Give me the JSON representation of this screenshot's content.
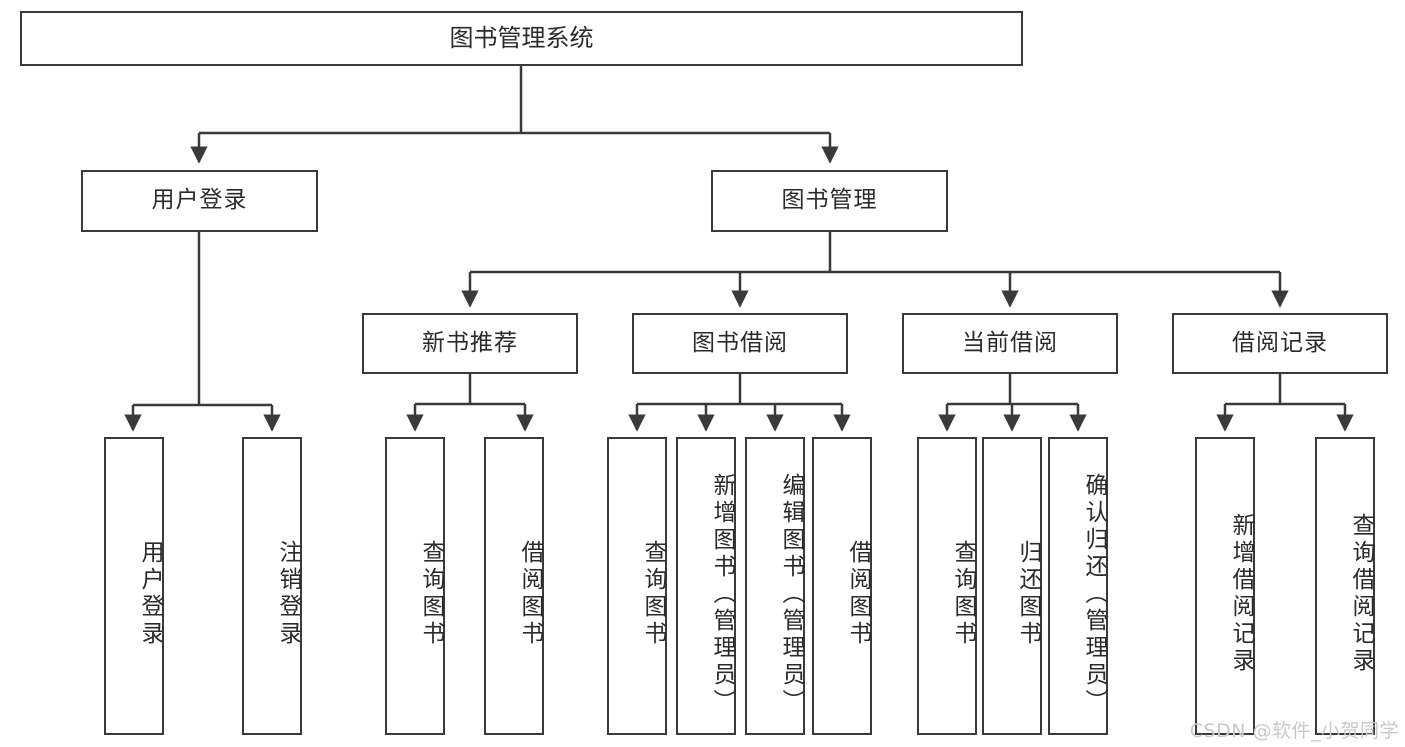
{
  "diagram": {
    "title": "图书管理系统",
    "watermark": "CSDN @软件_小贺同学",
    "line_color": "#3a3a3a",
    "box_fill": "#ffffff",
    "text_color": "#2b2b2b",
    "root": {
      "label": "图书管理系统"
    },
    "level2": [
      {
        "label": "用户登录"
      },
      {
        "label": "图书管理"
      }
    ],
    "level3": [
      {
        "label": "新书推荐"
      },
      {
        "label": "图书借阅"
      },
      {
        "label": "当前借阅"
      },
      {
        "label": "借阅记录"
      }
    ],
    "leaves": {
      "user_login": [
        {
          "label": "用户登录"
        },
        {
          "label": "注销登录"
        }
      ],
      "new_book": [
        {
          "label": "查询图书"
        },
        {
          "label": "借阅图书"
        }
      ],
      "borrow": [
        {
          "label": "查询图书"
        },
        {
          "label": "新增图书（管理员）"
        },
        {
          "label": "编辑图书（管理员）"
        },
        {
          "label": "借阅图书"
        }
      ],
      "current": [
        {
          "label": "查询图书"
        },
        {
          "label": "归还图书"
        },
        {
          "label": "确认归还（管理员）"
        }
      ],
      "records": [
        {
          "label": "新增借阅记录"
        },
        {
          "label": "查询借阅记录"
        }
      ]
    }
  }
}
